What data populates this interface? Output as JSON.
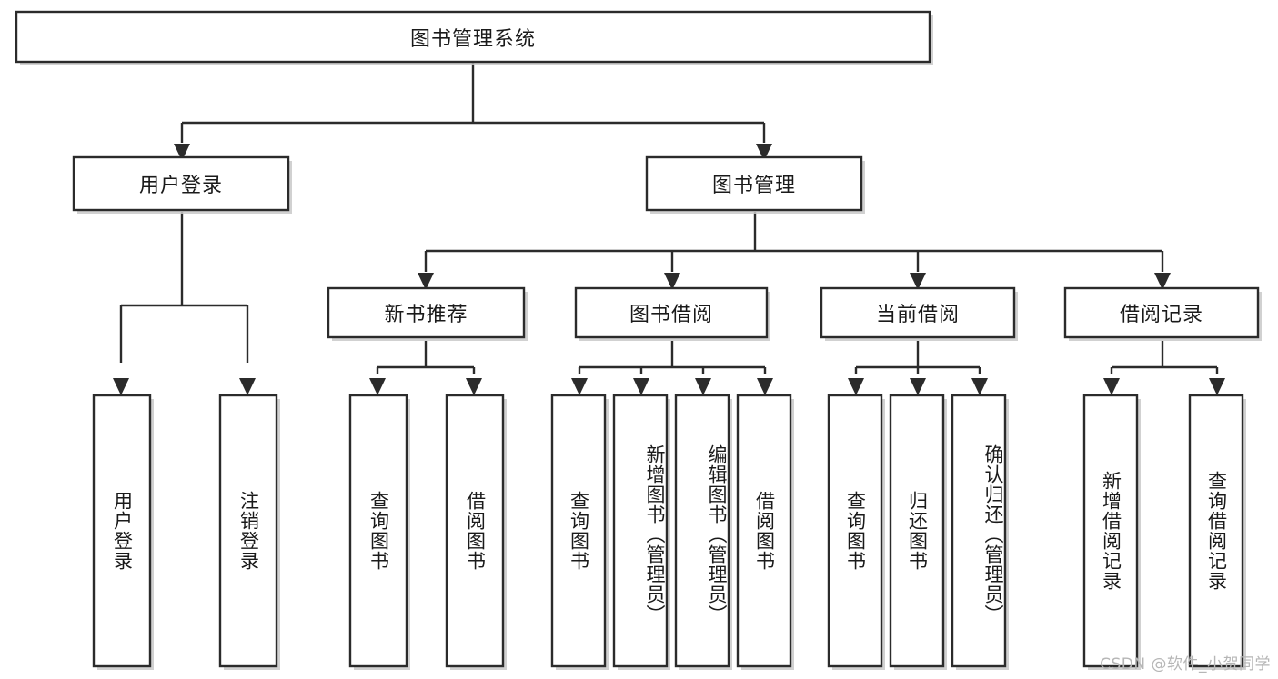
{
  "diagram": {
    "title_node": {
      "label": "图书管理系统"
    },
    "level2": [
      {
        "id": "user-login",
        "label": "用户登录"
      },
      {
        "id": "book-manage",
        "label": "图书管理"
      }
    ],
    "level3": [
      {
        "id": "new-book-recommend",
        "label": "新书推荐"
      },
      {
        "id": "book-borrow",
        "label": "图书借阅"
      },
      {
        "id": "current-borrow",
        "label": "当前借阅"
      },
      {
        "id": "borrow-record",
        "label": "借阅记录"
      }
    ],
    "leaves": {
      "user_login": [
        {
          "id": "leaf-user-login",
          "label": "用户登录"
        },
        {
          "id": "leaf-logout-login",
          "label": "注销登录"
        }
      ],
      "new_book_recommend": [
        {
          "id": "leaf-query-book-1",
          "label": "查询图书"
        },
        {
          "id": "leaf-borrow-book-1",
          "label": "借阅图书"
        }
      ],
      "book_borrow": [
        {
          "id": "leaf-query-book-2",
          "label": "查询图书"
        },
        {
          "id": "leaf-add-book",
          "label": "新增图书（管理员）"
        },
        {
          "id": "leaf-edit-book",
          "label": "编辑图书（管理员）"
        },
        {
          "id": "leaf-borrow-book-2",
          "label": "借阅图书"
        }
      ],
      "current_borrow": [
        {
          "id": "leaf-query-book-3",
          "label": "查询图书"
        },
        {
          "id": "leaf-return-book",
          "label": "归还图书"
        },
        {
          "id": "leaf-confirm-return",
          "label": "确认归还（管理员）"
        }
      ],
      "borrow_record": [
        {
          "id": "leaf-add-record",
          "label": "新增借阅记录"
        },
        {
          "id": "leaf-query-record",
          "label": "查询借阅记录"
        }
      ]
    }
  },
  "watermark": {
    "text": "CSDN @软件_小贺同学"
  },
  "colors": {
    "box_fill": "#ffffff",
    "box_stroke": "#2b2b2b",
    "edge": "#2b2b2b",
    "text": "#1a1a1a",
    "watermark": "#b6b6b6",
    "background": "#ffffff"
  }
}
